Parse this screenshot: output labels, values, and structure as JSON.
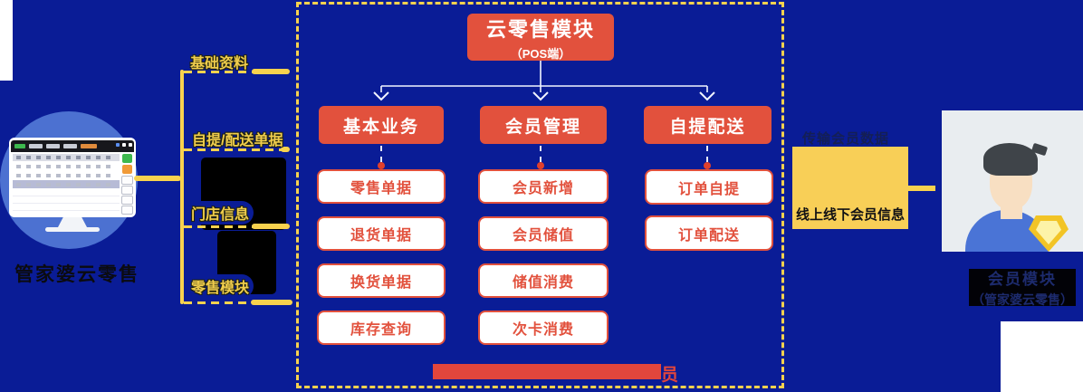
{
  "colors": {
    "background": "#0a1c96",
    "accent_yellow": "#f8d24e",
    "accent_red": "#e2513d",
    "circle_blue": "#4c71d1",
    "photo_background": "#e9edf0"
  },
  "left_system": {
    "caption": "管家婆云零售"
  },
  "bracket": {
    "top_label": "基础资料",
    "second_label": "自提/配送单据",
    "third_label": "门店信息",
    "fourth_label": "零售模块"
  },
  "pos_module": {
    "title": "云零售模块",
    "subtitle": "（POS端）",
    "columns": [
      {
        "header": "基本业务",
        "items": [
          "零售单据",
          "退货单据",
          "换货单据",
          "库存查询"
        ]
      },
      {
        "header": "会员管理",
        "items": [
          "会员新增",
          "会员储值",
          "储值消费",
          "次卡消费"
        ]
      },
      {
        "header": "自提配送",
        "items": [
          "订单自提",
          "订单配送"
        ]
      }
    ],
    "footer_tail_char": "员"
  },
  "member_side": {
    "transfer_label": "传输会员数据",
    "info_box_label": "线上线下会员信息",
    "module_title": "会员模块",
    "module_subtitle": "（管家婆云零售）"
  }
}
